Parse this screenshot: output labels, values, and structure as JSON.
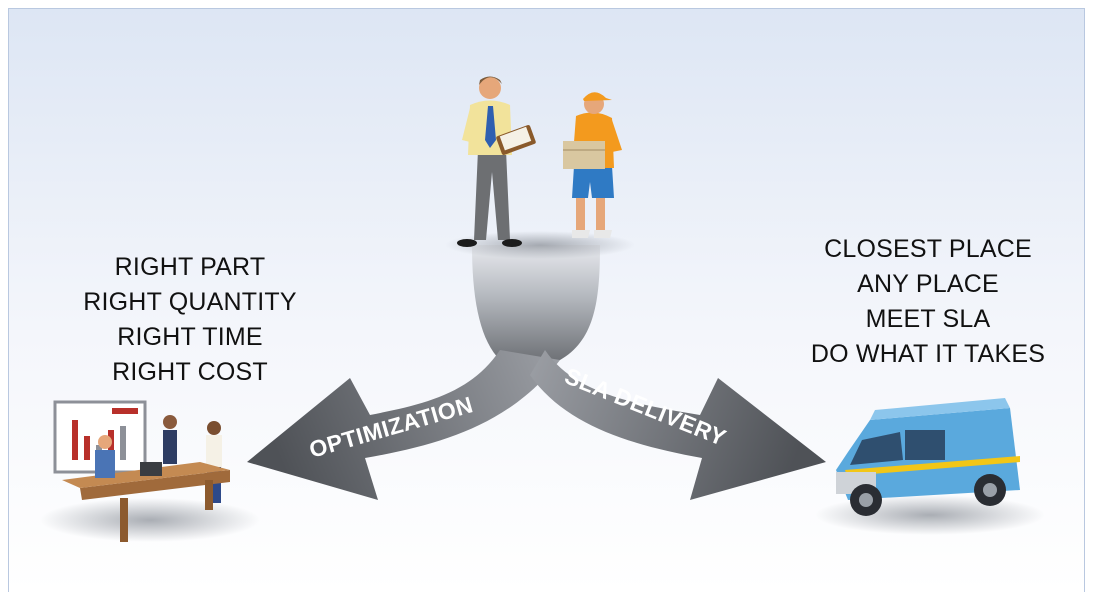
{
  "left_list": [
    "RIGHT PART",
    "RIGHT QUANTITY",
    "RIGHT TIME",
    "RIGHT COST"
  ],
  "right_list": [
    "CLOSEST PLACE",
    "ANY PLACE",
    "MEET SLA",
    "DO WHAT IT TAKES"
  ],
  "arrows": {
    "left_label": "OPTIMIZATION",
    "right_label": "SLA DELIVERY"
  },
  "icons": {
    "top": "businessman-and-courier-icon",
    "left": "office-meeting-icon",
    "right": "delivery-van-icon"
  },
  "colors": {
    "panel_top": "#dde6f4",
    "arrow_dark": "#5b5e63",
    "arrow_light": "#c9ccd2",
    "van_blue": "#5aa9dd",
    "van_stripe": "#f2c617",
    "courier_orange": "#f39a1e"
  }
}
